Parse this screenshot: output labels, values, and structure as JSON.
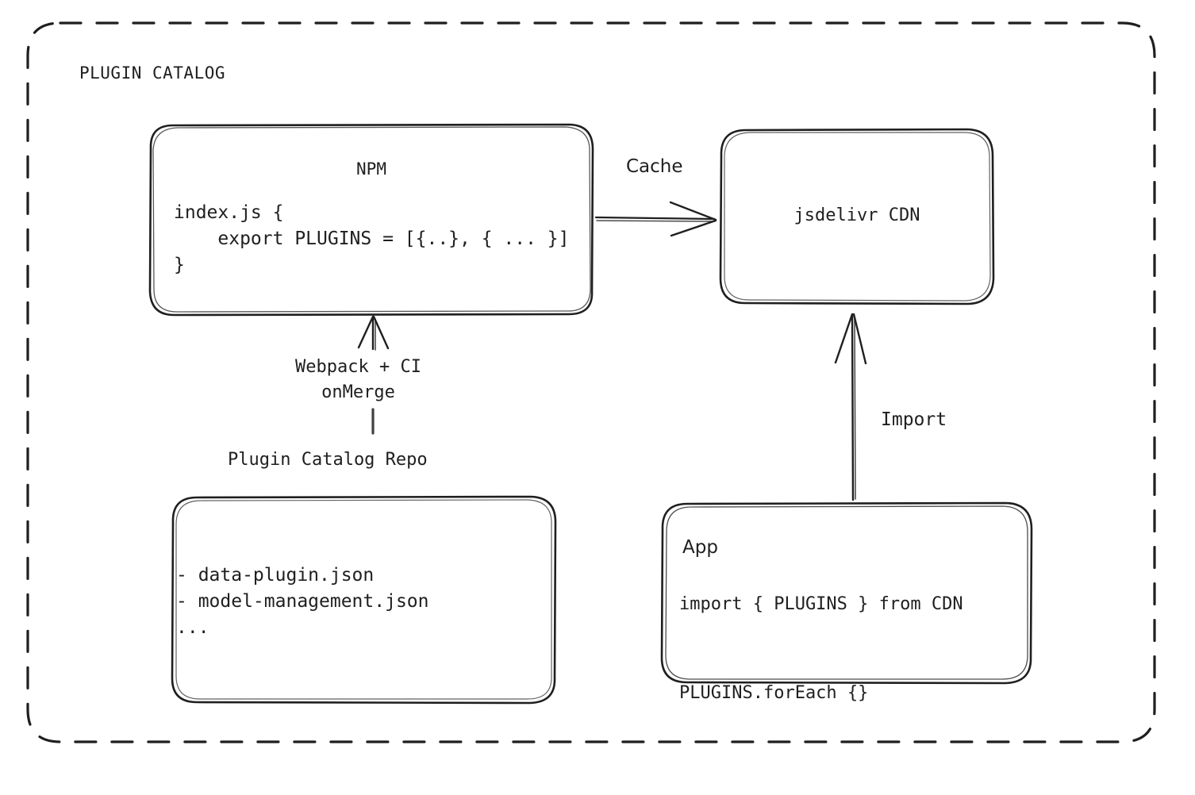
{
  "diagram": {
    "group_title": "PLUGIN CATALOG",
    "border_style": "dashed-rounded",
    "stroke_color": "#1f1f1f",
    "background_color": "#ffffff"
  },
  "nodes": {
    "npm": {
      "title": "NPM",
      "code": "index.js {\n    export PLUGINS = [{..}, { ... }]\n}"
    },
    "cdn": {
      "title": "jsdelivr CDN"
    },
    "repo": {
      "caption": "Plugin Catalog Repo",
      "items": "- data-plugin.json\n- model-management.json\n..."
    },
    "app": {
      "title": "App",
      "code": "import { PLUGINS } from CDN\n\nPLUGINS.forEach {}"
    }
  },
  "edges": {
    "cache": {
      "label": "Cache",
      "from": "npm",
      "to": "cdn"
    },
    "build": {
      "label": "Webpack + CI\nonMerge",
      "from": "repo",
      "to": "npm"
    },
    "import": {
      "label": "Import",
      "from": "app",
      "to": "cdn"
    }
  }
}
